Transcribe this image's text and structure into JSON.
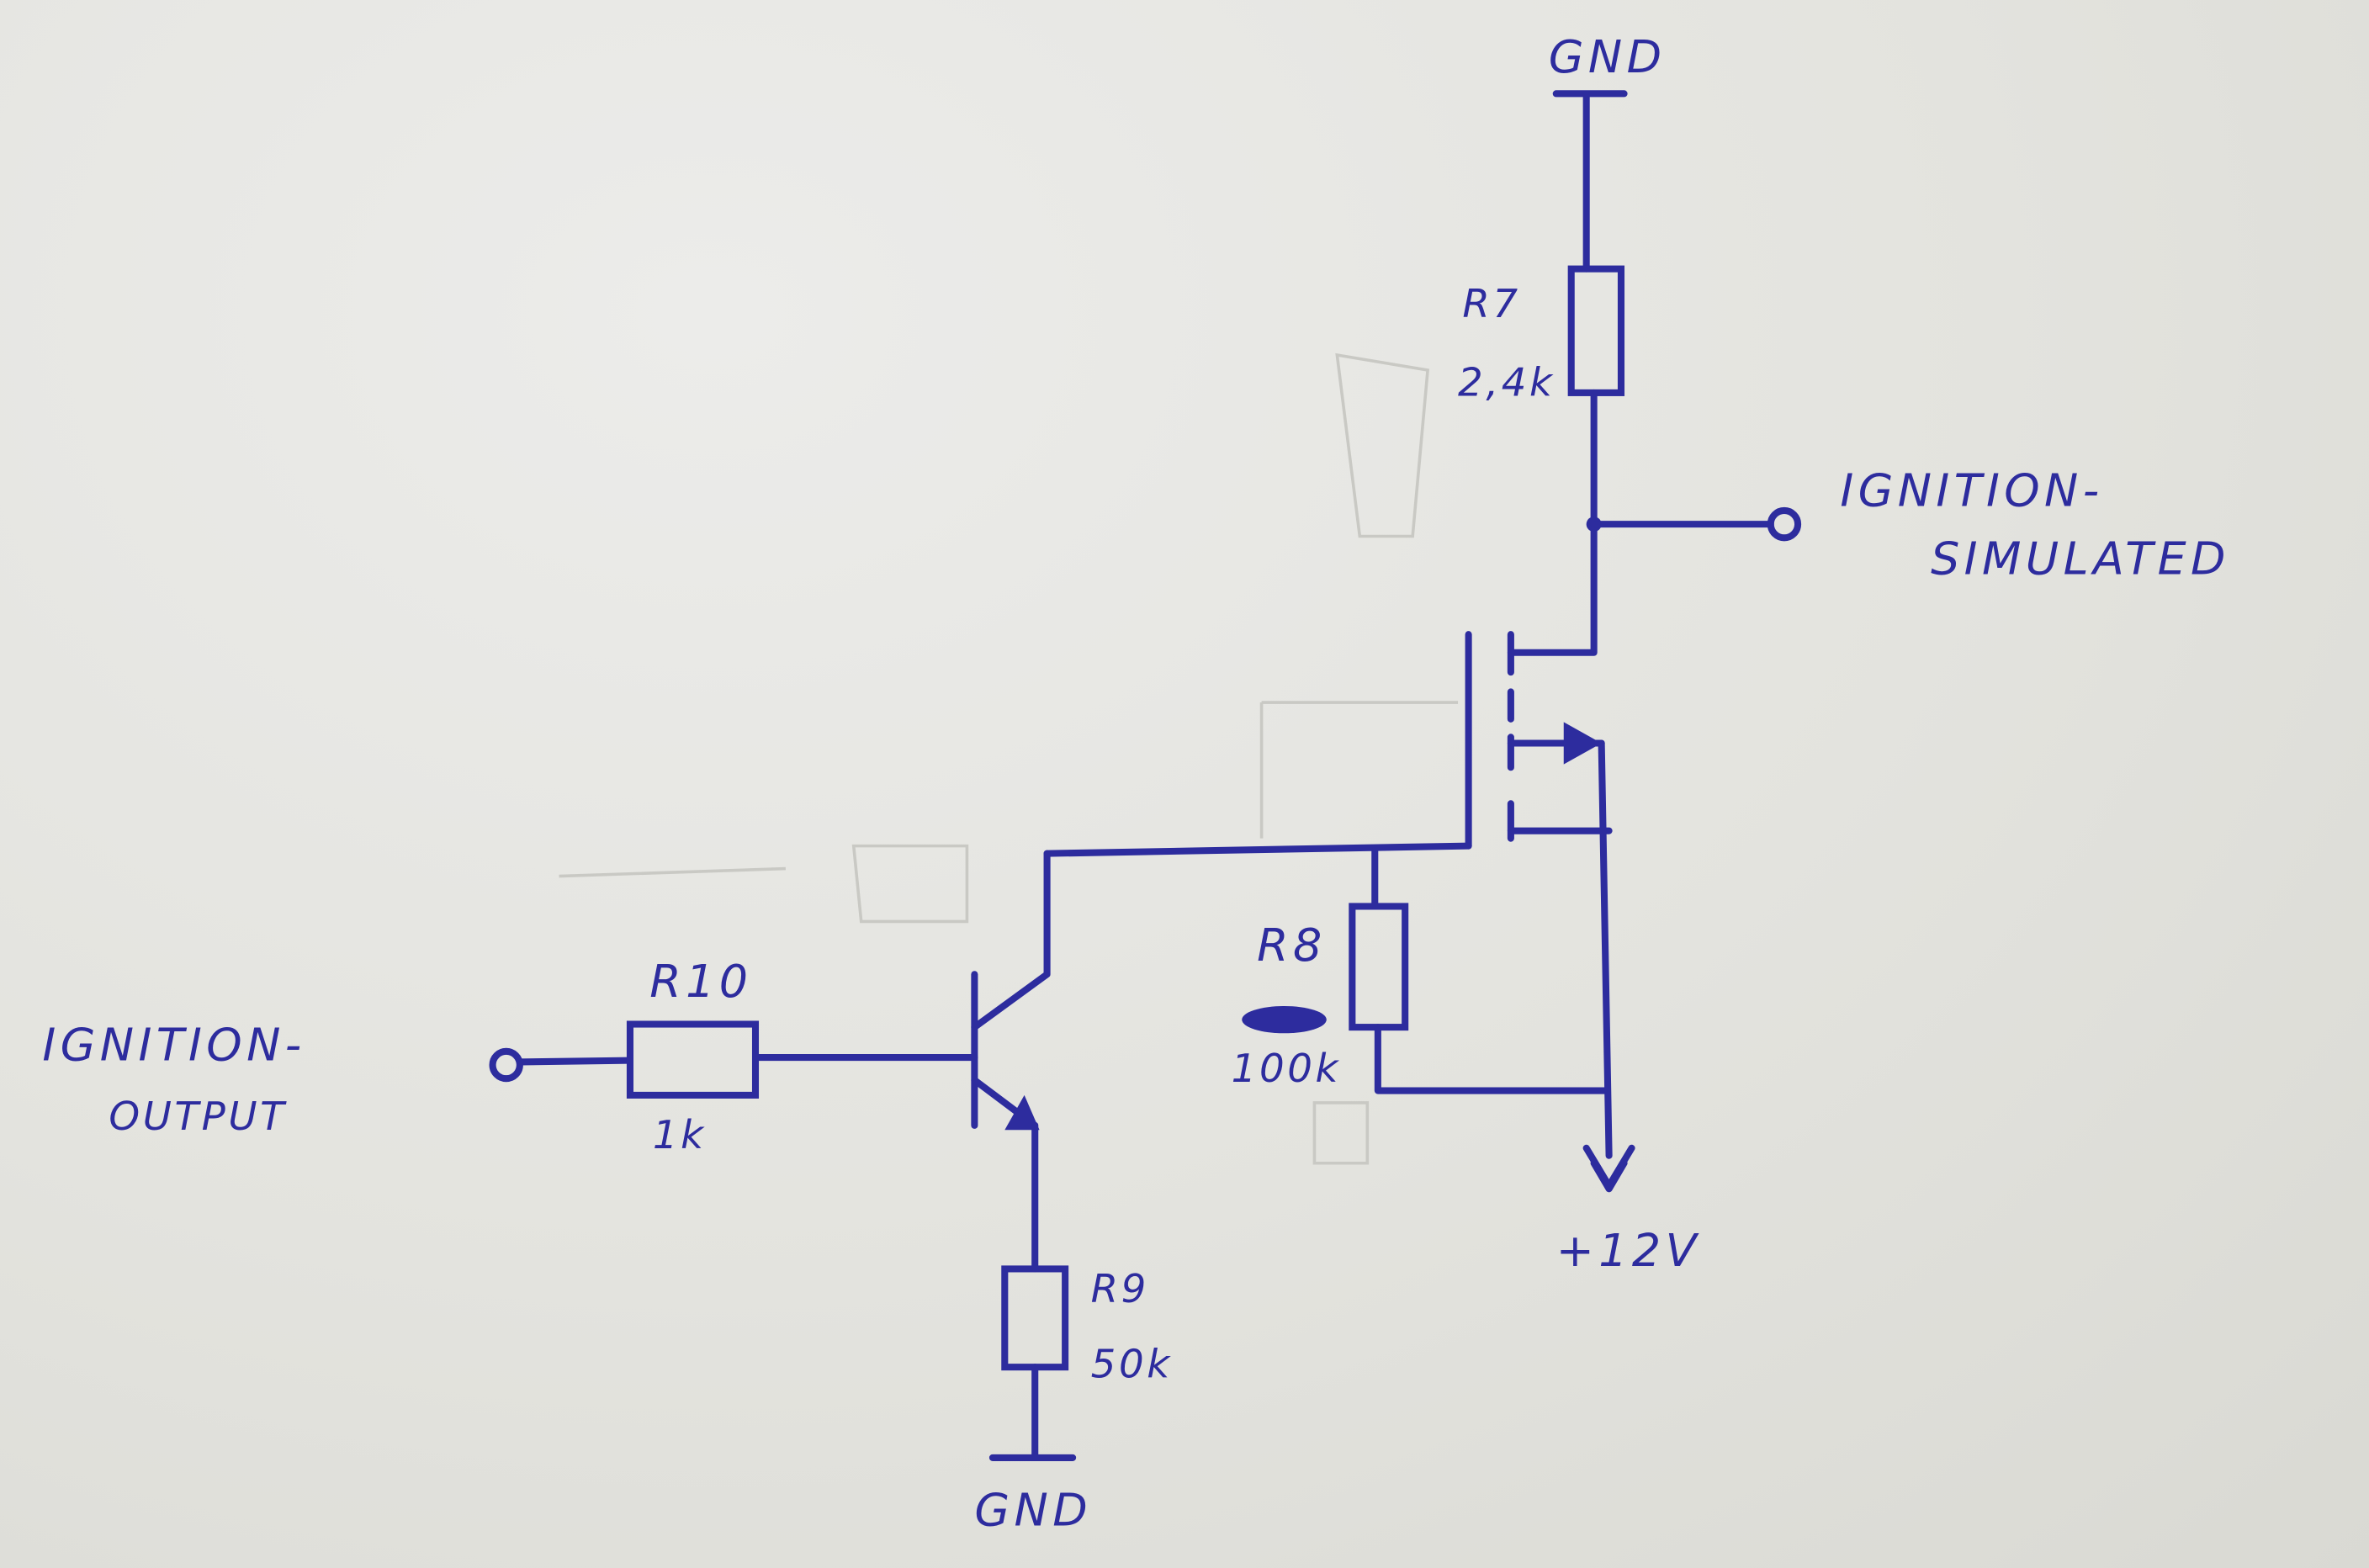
{
  "labels": {
    "gnd_top": "GND",
    "gnd_bottom": "GND",
    "supply": "+12V",
    "input_line1": "IGNITION-",
    "input_line2": "OUTPUT",
    "output_line1": "IGNITION-",
    "output_line2": "SIMULATED"
  },
  "resistors": {
    "r7": {
      "name": "R7",
      "value": "2,4k"
    },
    "r8": {
      "name": "R8",
      "value": "100k"
    },
    "r9": {
      "name": "R9",
      "value": "50k"
    },
    "r10": {
      "name": "R10",
      "value": "1k"
    }
  },
  "ink_color": "#2d2c9e"
}
